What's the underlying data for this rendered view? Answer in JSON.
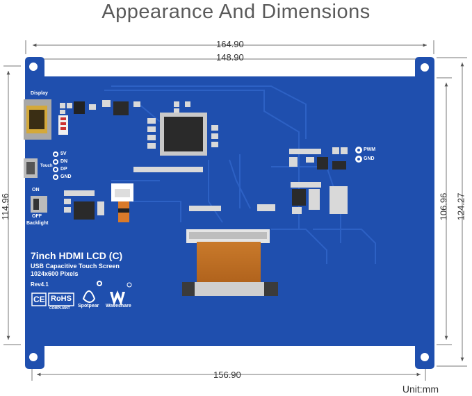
{
  "title": "Appearance And Dimensions",
  "dimensions": {
    "top_outer": "164.90",
    "top_inner": "148.90",
    "bottom": "156.90",
    "left": "114.96",
    "right_inner": "106.96",
    "right_outer": "124.27"
  },
  "unit_label": "Unit:mm",
  "board": {
    "display_label": "Display",
    "pins": [
      "5V",
      "DN",
      "DP",
      "GND"
    ],
    "touch_label": "Touch",
    "switch_on": "ON",
    "switch_off": "OFF",
    "backlight": "Backlight",
    "pwm": "PWM",
    "gnd": "GND",
    "product_name": "7inch HDMI LCD (C)",
    "subtitle1": "USB Capacitive Touch Screen",
    "subtitle2": "1024x600 Pixels",
    "rev": "Rev4.1",
    "ce": "CE",
    "rohs": "RoHS",
    "compliant": "COMPLIANT",
    "brand1": "Spotpear",
    "brand2": "Waveshare"
  },
  "colors": {
    "board": "#1f4fae",
    "board_dark": "#173f93",
    "trace": "#2a5dbf",
    "dim_line": "#666666"
  }
}
